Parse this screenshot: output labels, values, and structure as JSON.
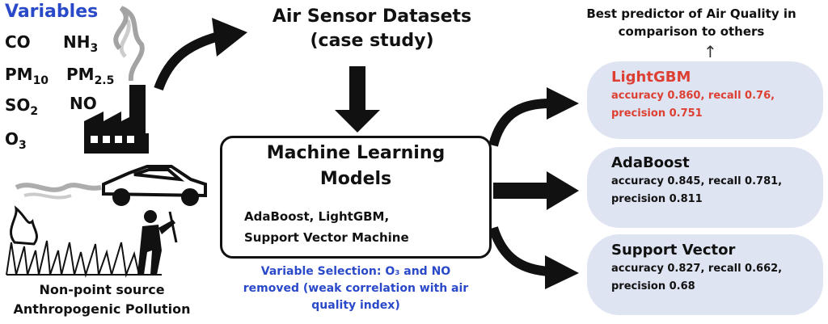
{
  "variables": {
    "title": "Variables",
    "co": "CO",
    "nh3": {
      "base": "NH",
      "sub": "3"
    },
    "pm10": {
      "base": "PM",
      "sub": "10"
    },
    "pm25": {
      "base": "PM",
      "sub": "2.5"
    },
    "so2": {
      "base": "SO",
      "sub": "2"
    },
    "no": "NO",
    "o3": {
      "base": "O",
      "sub": "3"
    }
  },
  "datasets": {
    "line1": "Air Sensor Datasets",
    "line2": "(case study)"
  },
  "ml": {
    "title_line1": "Machine Learning",
    "title_line2": "Models",
    "models_line1": "AdaBoost, LightGBM,",
    "models_line2": "Support Vector Machine"
  },
  "variable_selection": {
    "line1": "Variable Selection: O₃ and NO",
    "line2": "removed (weak correlation with air",
    "line3": "quality index)"
  },
  "non_point": {
    "line1": "Non-point source",
    "line2": "Anthropogenic Pollution"
  },
  "best": {
    "line1": "Best predictor of Air Quality in",
    "line2": "comparison to others"
  },
  "results": [
    {
      "name": "LightGBM",
      "metrics_line1": "accuracy 0.860, recall 0.76,",
      "metrics_line2": "precision 0.751",
      "color": "#dd4033"
    },
    {
      "name": "AdaBoost",
      "metrics_line1": "accuracy 0.845, recall 0.781,",
      "metrics_line2": "precision 0.811",
      "color": "#111111"
    },
    {
      "name": "Support Vector",
      "metrics_line1": "accuracy 0.827, recall 0.662,",
      "metrics_line2": "precision 0.68",
      "color": "#111111"
    }
  ],
  "colors": {
    "accent_blue": "#2a49c9",
    "highlight_red": "#dd4033",
    "pill_bg": "#dfe4f3"
  },
  "icons": [
    "factory-icon",
    "smoke-icon",
    "car-icon",
    "exhaust-smoke-icon",
    "fire-icon",
    "grass-icon",
    "farmer-icon",
    "arrow-icon",
    "up-arrow-icon"
  ]
}
